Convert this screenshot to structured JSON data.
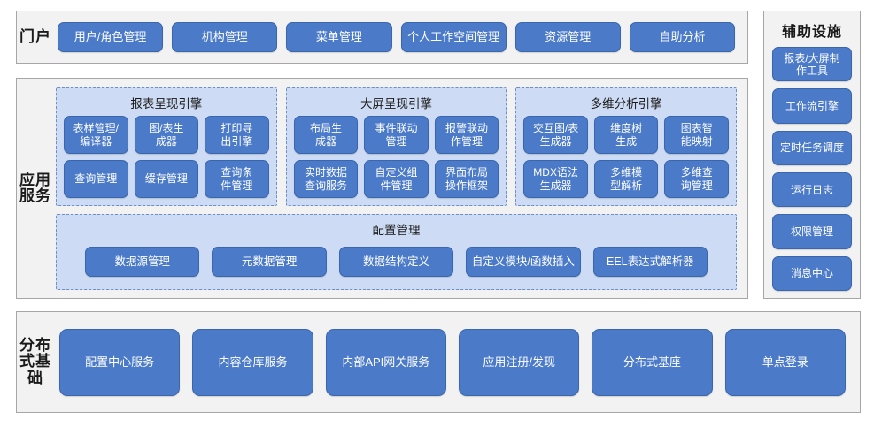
{
  "portal": {
    "tier_label": "门户",
    "items": [
      {
        "label": "用户/角色管理"
      },
      {
        "label": "机构管理"
      },
      {
        "label": "菜单管理"
      },
      {
        "label": "个人工作空间管理"
      },
      {
        "label": "资源管理"
      },
      {
        "label": "自助分析"
      }
    ]
  },
  "app_service": {
    "tier_label": "应用服务",
    "engines": [
      {
        "title": "报表呈现引擎",
        "nodes": [
          {
            "label": "表样管理/\n编译器"
          },
          {
            "label": "图/表生\n成器"
          },
          {
            "label": "打印导\n出引擎"
          },
          {
            "label": "查询管理"
          },
          {
            "label": "缓存管理"
          },
          {
            "label": "查询条\n件管理"
          }
        ]
      },
      {
        "title": "大屏呈现引擎",
        "nodes": [
          {
            "label": "布局生\n成器"
          },
          {
            "label": "事件联动\n管理"
          },
          {
            "label": "报警联动\n作管理"
          },
          {
            "label": "实时数据\n查询服务"
          },
          {
            "label": "自定义组\n件管理"
          },
          {
            "label": "界面布局\n操作框架"
          }
        ]
      },
      {
        "title": "多维分析引擎",
        "nodes": [
          {
            "label": "交互图/表\n生成器"
          },
          {
            "label": "维度树\n生成"
          },
          {
            "label": "图表智\n能映射"
          },
          {
            "label": "MDX语法\n生成器"
          },
          {
            "label": "多维模\n型解析"
          },
          {
            "label": "多维查\n询管理"
          }
        ]
      }
    ],
    "config": {
      "title": "配置管理",
      "items": [
        {
          "label": "数据源管理"
        },
        {
          "label": "元数据管理"
        },
        {
          "label": "数据结构定义"
        },
        {
          "label": "自定义模块/函数插入"
        },
        {
          "label": "EEL表达式解析器"
        }
      ]
    }
  },
  "auxiliary": {
    "title": "辅助设施",
    "items": [
      {
        "label": "报表/大屏制\n作工具"
      },
      {
        "label": "工作流引擎"
      },
      {
        "label": "定时任务调度"
      },
      {
        "label": "运行日志"
      },
      {
        "label": "权限管理"
      },
      {
        "label": "消息中心"
      }
    ]
  },
  "distributed_base": {
    "tier_label": "分布式基础",
    "items": [
      {
        "label": "配置中心服务"
      },
      {
        "label": "内容仓库服务"
      },
      {
        "label": "内部API网关服务"
      },
      {
        "label": "应用注册/发现"
      },
      {
        "label": "分布式基座"
      },
      {
        "label": "单点登录"
      }
    ]
  },
  "colors": {
    "node_fill": "#4a7ac8",
    "node_border": "#3a66ad",
    "group_fill": "#cddcf4",
    "group_border": "#6d8fc7",
    "panel_fill": "#f2f2f2",
    "panel_border": "#a6a6a6",
    "node_text": "#ffffff",
    "label_text": "#1a1a1a"
  }
}
